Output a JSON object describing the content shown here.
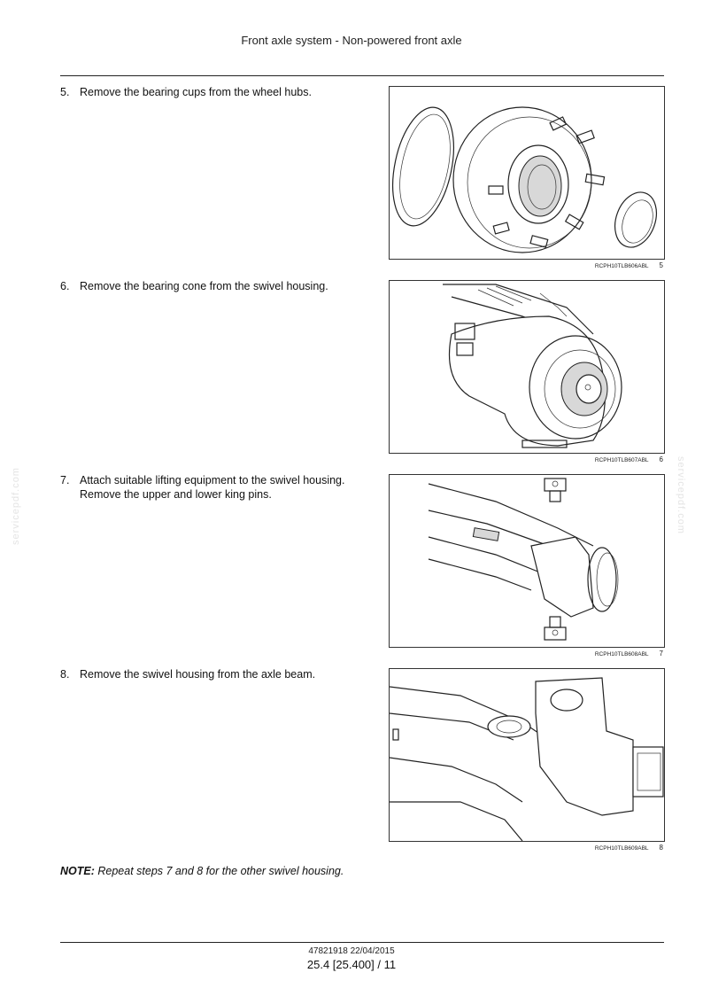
{
  "header": {
    "title": "Front axle system - Non-powered front axle"
  },
  "steps": [
    {
      "number": "5.",
      "text": "Remove the bearing cups from the wheel hubs.",
      "figure_ref": "RCPH10TLB606ABL",
      "figure_number": "5"
    },
    {
      "number": "6.",
      "text": "Remove the bearing cone from the swivel housing.",
      "figure_ref": "RCPH10TLB607ABL",
      "figure_number": "6"
    },
    {
      "number": "7.",
      "text": "Attach suitable lifting equipment to the swivel housing. Remove the upper and lower king pins.",
      "figure_ref": "RCPH10TLB608ABL",
      "figure_number": "7"
    },
    {
      "number": "8.",
      "text": "Remove the swivel housing from the axle beam.",
      "figure_ref": "RCPH10TLB609ABL",
      "figure_number": "8"
    }
  ],
  "note": {
    "label": "NOTE:",
    "text": "Repeat steps 7 and 8 for the other swivel housing."
  },
  "watermark": "servicepdf.com",
  "footer": {
    "doc_id": "47821918 22/04/2015",
    "page": "25.4 [25.400] / 11"
  }
}
